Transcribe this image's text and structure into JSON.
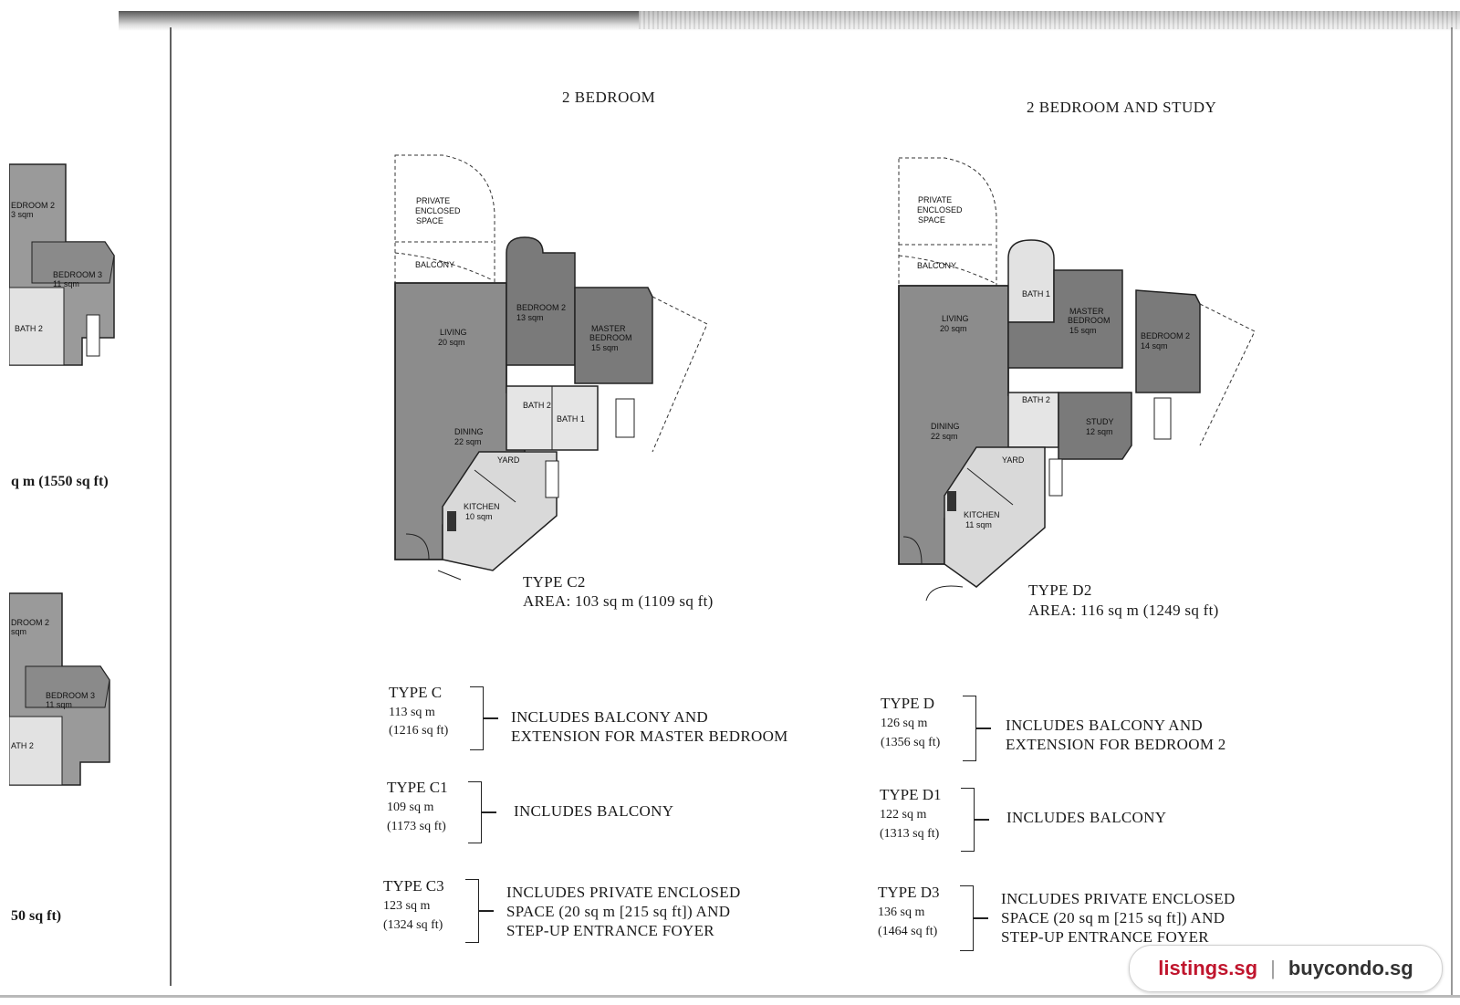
{
  "headings": {
    "left": "2 BEDROOM",
    "right": "2 BEDROOM AND STUDY"
  },
  "left_page": {
    "top_area": "q m  (1550 sq ft)",
    "bottom_area": "50 sq ft)",
    "rooms_top": [
      "EDROOM 2",
      "3 sqm",
      "BEDROOM 3",
      "11 sqm",
      "BATH 2"
    ],
    "rooms_bottom": [
      "DROOM 2",
      "sqm",
      "BEDROOM 3",
      "11 sqm",
      "ATH 2"
    ]
  },
  "plan_c2": {
    "type": "TYPE C2",
    "area": "AREA: 103 sq m  (1109 sq ft)",
    "rooms": {
      "private1": "PRIVATE",
      "private2": "ENCLOSED",
      "private3": "SPACE",
      "balcony": "BALCONY",
      "living": "LIVING",
      "living_size": "20 sqm",
      "dining": "DINING",
      "dining_size": "22 sqm",
      "bed2": "BEDROOM 2",
      "bed2_size": "13 sqm",
      "master1": "MASTER",
      "master2": "BEDROOM",
      "master_size": "15 sqm",
      "bath2": "BATH 2",
      "bath1": "BATH 1",
      "yard": "YARD",
      "kitchen": "KITCHEN",
      "kitchen_size": "10 sqm"
    }
  },
  "plan_d2": {
    "type": "TYPE D2",
    "area": "AREA: 116 sq m  (1249 sq ft)",
    "rooms": {
      "private1": "PRIVATE",
      "private2": "ENCLOSED",
      "private3": "SPACE",
      "balcony": "BALCONY",
      "living": "LIVING",
      "living_size": "20 sqm",
      "dining": "DINING",
      "dining_size": "22 sqm",
      "bath1": "BATH 1",
      "master1": "MASTER",
      "master2": "BEDROOM",
      "master_size": "15 sqm",
      "bed2": "BEDROOM 2",
      "bed2_size": "14 sqm",
      "bath2": "BATH 2",
      "study": "STUDY",
      "study_size": "12 sqm",
      "yard": "YARD",
      "kitchen": "KITCHEN",
      "kitchen_size": "11 sqm"
    }
  },
  "variants_c": [
    {
      "name": "TYPE C",
      "sqm": "113 sq m",
      "sqft": "(1216 sq ft)",
      "desc1": "INCLUDES BALCONY AND",
      "desc2": "EXTENSION FOR MASTER BEDROOM",
      "desc3": ""
    },
    {
      "name": "TYPE C1",
      "sqm": "109 sq m",
      "sqft": "(1173 sq ft)",
      "desc1": "INCLUDES BALCONY",
      "desc2": "",
      "desc3": ""
    },
    {
      "name": "TYPE C3",
      "sqm": "123 sq m",
      "sqft": "(1324 sq ft)",
      "desc1": "INCLUDES PRIVATE ENCLOSED",
      "desc2": "SPACE (20 sq m [215 sq ft]) AND",
      "desc3": "STEP-UP ENTRANCE FOYER"
    }
  ],
  "variants_d": [
    {
      "name": "TYPE D",
      "sqm": "126 sq m",
      "sqft": "(1356 sq ft)",
      "desc1": "INCLUDES BALCONY AND",
      "desc2": "EXTENSION FOR BEDROOM 2",
      "desc3": ""
    },
    {
      "name": "TYPE D1",
      "sqm": "122 sq m",
      "sqft": "(1313 sq ft)",
      "desc1": "INCLUDES BALCONY",
      "desc2": "",
      "desc3": ""
    },
    {
      "name": "TYPE D3",
      "sqm": "136 sq m",
      "sqft": "(1464 sq ft)",
      "desc1": "INCLUDES PRIVATE ENCLOSED",
      "desc2": "SPACE (20 sq m [215 sq ft]) AND",
      "desc3": "STEP-UP ENTRANCE FOYER"
    }
  ],
  "watermark": {
    "part1": "listings.sg",
    "separator": "|",
    "part2": "buycondo.sg"
  },
  "colors": {
    "room_fill": "#8c8c8c",
    "room_fill_dark": "#7a7a7a",
    "light_fill": "#d9d9d9",
    "watermark_red": "#c0152d"
  }
}
